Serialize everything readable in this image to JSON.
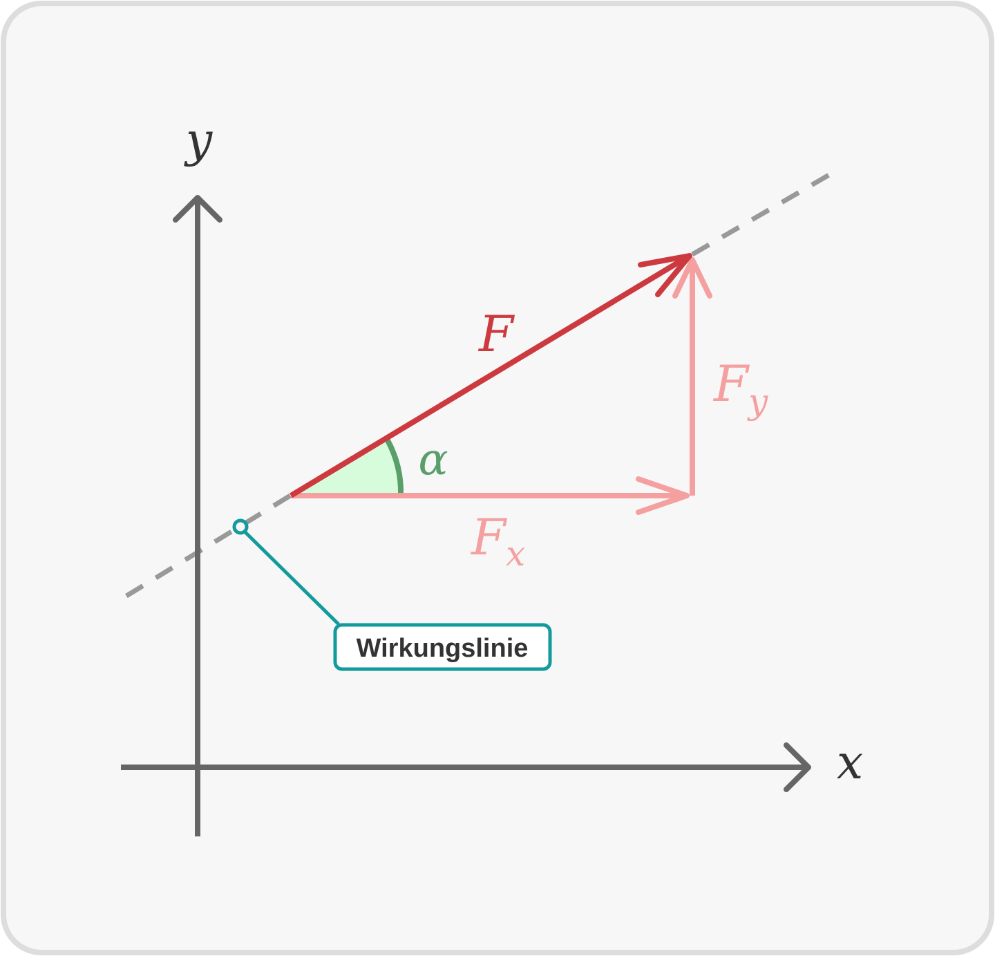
{
  "diagram": {
    "axes": {
      "x_label": "x",
      "y_label": "y"
    },
    "vectors": {
      "resultant_label": "F",
      "x_component": {
        "base": "F",
        "subscript": "x"
      },
      "y_component": {
        "base": "F",
        "subscript": "y"
      }
    },
    "angle_label": "α",
    "callout_label": "Wirkungslinie",
    "colors": {
      "background": "#f7f7f7",
      "frame_border": "#dddddd",
      "axes": "#666666",
      "line_of_action": "#999999",
      "force": "#cc3a3f",
      "components": "#f5a0a0",
      "angle_stroke": "#5a9e6a",
      "angle_fill": "#d6fcdc",
      "callout": "#139a9c",
      "callout_text": "#333333",
      "axis_text": "#333333"
    }
  }
}
